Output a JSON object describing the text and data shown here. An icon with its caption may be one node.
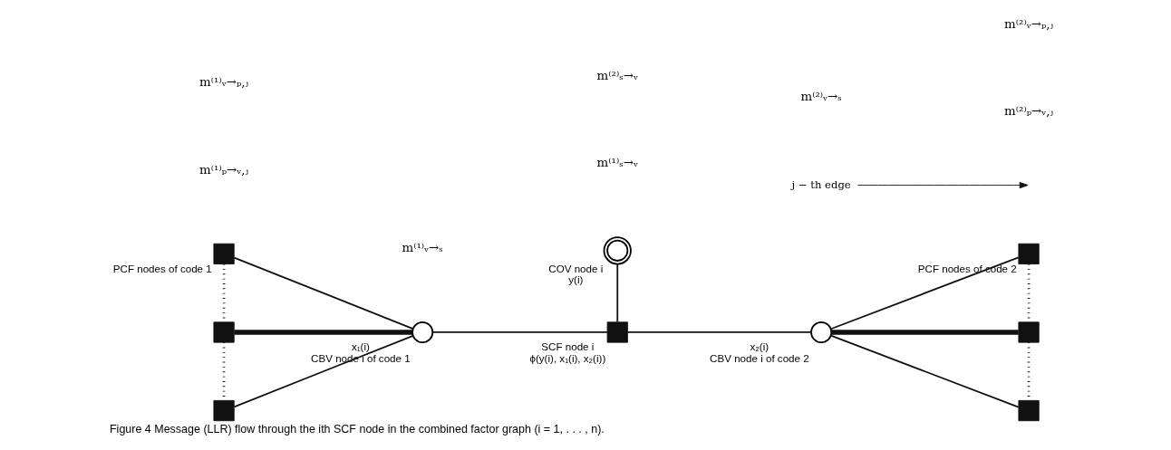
{
  "diagram": {
    "caption": "Figure 4 Message (LLR) flow through the ith SCF node in the combined factor graph (i = 1, . . . , n).",
    "nodes": [
      {
        "text": [],
        "shape": "box",
        "beside": [
          "PCF nodes of code 1"
        ]
      },
      {
        "text": [],
        "shape": "box"
      },
      {
        "text": [],
        "shape": "box"
      },
      {
        "text": [],
        "shape": "circle",
        "beside": [
          "x₁(i)",
          "CBV node i of code 1"
        ]
      },
      {
        "text": [],
        "shape": "box",
        "beside": [
          "SCF node i",
          "ϕ(y(i), x₁(i), x₂(i))"
        ]
      },
      {
        "text": [],
        "shape": "circle",
        "beside": [
          "COV node i",
          "y(i)"
        ]
      },
      {
        "text": [],
        "shape": "circle",
        "beside": [
          "x₂(i)",
          "CBV node i of code 2"
        ]
      },
      {
        "text": [],
        "shape": "box",
        "beside": [
          "PCF nodes of code 2"
        ]
      },
      {
        "text": [],
        "shape": "box"
      },
      {
        "text": [],
        "shape": "box"
      },
      {
        "text": [
          "j − th edge"
        ]
      }
    ],
    "edges": [
      {
        "from": 0,
        "to": 3,
        "arrow": "none"
      },
      {
        "from": 1,
        "to": 3,
        "arrow": "none",
        "style": "thick"
      },
      {
        "from": 2,
        "to": 3,
        "arrow": "none"
      },
      {
        "from": 3,
        "to": 4,
        "arrow": "none"
      },
      {
        "from": 5,
        "to": 4,
        "arrow": "none"
      },
      {
        "from": 4,
        "to": 6,
        "arrow": "none"
      },
      {
        "from": 6,
        "to": 7,
        "arrow": "none"
      },
      {
        "from": 6,
        "to": 8,
        "arrow": "none",
        "style": "thick"
      },
      {
        "from": 6,
        "to": 9,
        "arrow": "none"
      },
      {
        "from": 0,
        "to": 1,
        "arrow": "none",
        "style": "dashed"
      },
      {
        "from": 1,
        "to": 2,
        "arrow": "none",
        "style": "dashed"
      },
      {
        "from": 7,
        "to": 8,
        "arrow": "none",
        "style": "dashed"
      },
      {
        "from": 8,
        "to": 9,
        "arrow": "none",
        "style": "dashed"
      },
      {
        "from": 10,
        "to": null,
        "arrow": "to"
      }
    ],
    "labels": [
      "m⁽¹⁾ₚ→ᵥ,ⱼ",
      "m⁽¹⁾ᵥ→ₚ,ⱼ",
      "m⁽¹⁾ᵥ→ₛ",
      "m⁽¹⁾ₛ→ᵥ",
      "m⁽²⁾ₛ→ᵥ",
      "m⁽²⁾ᵥ→ₛ",
      "m⁽²⁾ₚ→ᵥ,ⱼ",
      "m⁽²⁾ᵥ→ₚ,ⱼ"
    ]
  }
}
